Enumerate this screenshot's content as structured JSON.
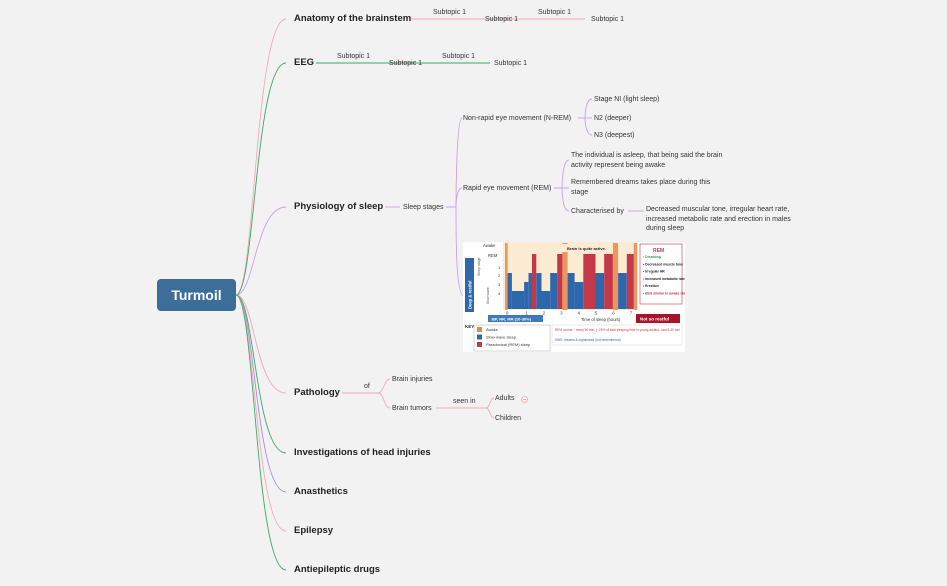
{
  "root": {
    "label": "Turmoil"
  },
  "topics": {
    "anatomy": {
      "label": "Anatomy of the brainstem",
      "subtopics": [
        "Subtopic 1",
        "Subtopic 1",
        "Subtopic 1",
        "Subtopic 1"
      ]
    },
    "eeg": {
      "label": "EEG",
      "subtopics": [
        "Subtopic 1",
        "Subtopic 1",
        "Subtopic 1",
        "Subtopic 1"
      ]
    },
    "physiology": {
      "label": "Physiology of sleep",
      "sleep_stages": "Sleep stages",
      "nrem": {
        "label": "Non-rapid eye movement (N-REM)",
        "stages": [
          "Stage NI (light sleep)",
          "N2 (deeper)",
          "N3 (deepest)"
        ]
      },
      "rem": {
        "label": "Rapid eye movement (REM)",
        "items": [
          "The individual is asleep, that being said the brain activity represent being awake",
          "Remembered dreams takes place during this stage"
        ],
        "characterised_by": "Characterised by",
        "characterised_detail": "Decreased muscular tone, irregular heart rate, increased metabolic rate and erection in males during sleep"
      }
    },
    "pathology": {
      "label": "Pathology",
      "of": "of",
      "items": [
        "Brain injuries",
        "Brain tumors"
      ],
      "seen_in": "seen in",
      "groups": [
        "Adults",
        "Children"
      ]
    },
    "investigations": {
      "label": "Investigations of head injuries"
    },
    "anasthetics": {
      "label": "Anasthetics"
    },
    "epilepsy": {
      "label": "Epilepsy"
    },
    "antiepileptic": {
      "label": "Antiepileptic drugs"
    }
  },
  "chart_data": {
    "type": "bar",
    "xlabel": "Time of sleep (hours)",
    "x_ticks": [
      "0",
      "1",
      "2",
      "3",
      "4",
      "5",
      "6",
      "7"
    ],
    "y_levels": [
      "Awake",
      "REM",
      "1",
      "2",
      "3",
      "4"
    ],
    "ylabel_inner": "Sleep stage",
    "ylabel_sws": "Slow wave",
    "left_band": "Deep & restful",
    "banner": "Brain is quite active.",
    "bp_note": "↓BP, RR, MR (10-30%)",
    "not_restful": "Not so restful",
    "rem_box": {
      "title": "REM",
      "items": [
        "Dreaming",
        "Decreased muscle tone",
        "Irregular HR",
        "Increased metabolic rate",
        "Erection",
        "EEG similar to awake state"
      ]
    },
    "key": {
      "title": "KEY",
      "items": [
        {
          "label": "Awake",
          "color": "#e8874a"
        },
        {
          "label": "Slow-wave sleep",
          "color": "#2f67ad"
        },
        {
          "label": "Paradoxical (REM) sleep",
          "color": "#c4384a"
        }
      ]
    },
    "notes": [
      "REM occurs ~ every 90 min. (~25% of total sleeping time in young adults). Last 5-30 min",
      "SWS: dreams & nightmares (not remembered)"
    ],
    "segments": [
      {
        "start": 0,
        "end": 0.15,
        "stage": "Awake"
      },
      {
        "start": 0.15,
        "end": 0.4,
        "stage": "2"
      },
      {
        "start": 0.4,
        "end": 1.1,
        "stage": "4"
      },
      {
        "start": 1.1,
        "end": 1.35,
        "stage": "3"
      },
      {
        "start": 1.35,
        "end": 1.55,
        "stage": "2"
      },
      {
        "start": 1.55,
        "end": 1.8,
        "stage": "REM"
      },
      {
        "start": 1.8,
        "end": 2.1,
        "stage": "2"
      },
      {
        "start": 2.1,
        "end": 2.6,
        "stage": "4"
      },
      {
        "start": 2.6,
        "end": 3.0,
        "stage": "2"
      },
      {
        "start": 3.0,
        "end": 3.3,
        "stage": "REM"
      },
      {
        "start": 3.3,
        "end": 3.6,
        "stage": "Awake"
      },
      {
        "start": 3.6,
        "end": 4.0,
        "stage": "2"
      },
      {
        "start": 4.0,
        "end": 4.5,
        "stage": "3"
      },
      {
        "start": 4.5,
        "end": 5.2,
        "stage": "REM"
      },
      {
        "start": 5.2,
        "end": 5.7,
        "stage": "2"
      },
      {
        "start": 5.7,
        "end": 6.2,
        "stage": "REM"
      },
      {
        "start": 6.2,
        "end": 6.5,
        "stage": "Awake"
      },
      {
        "start": 6.5,
        "end": 7.0,
        "stage": "2"
      },
      {
        "start": 7.0,
        "end": 7.4,
        "stage": "REM"
      },
      {
        "start": 7.4,
        "end": 7.6,
        "stage": "Awake"
      }
    ]
  }
}
